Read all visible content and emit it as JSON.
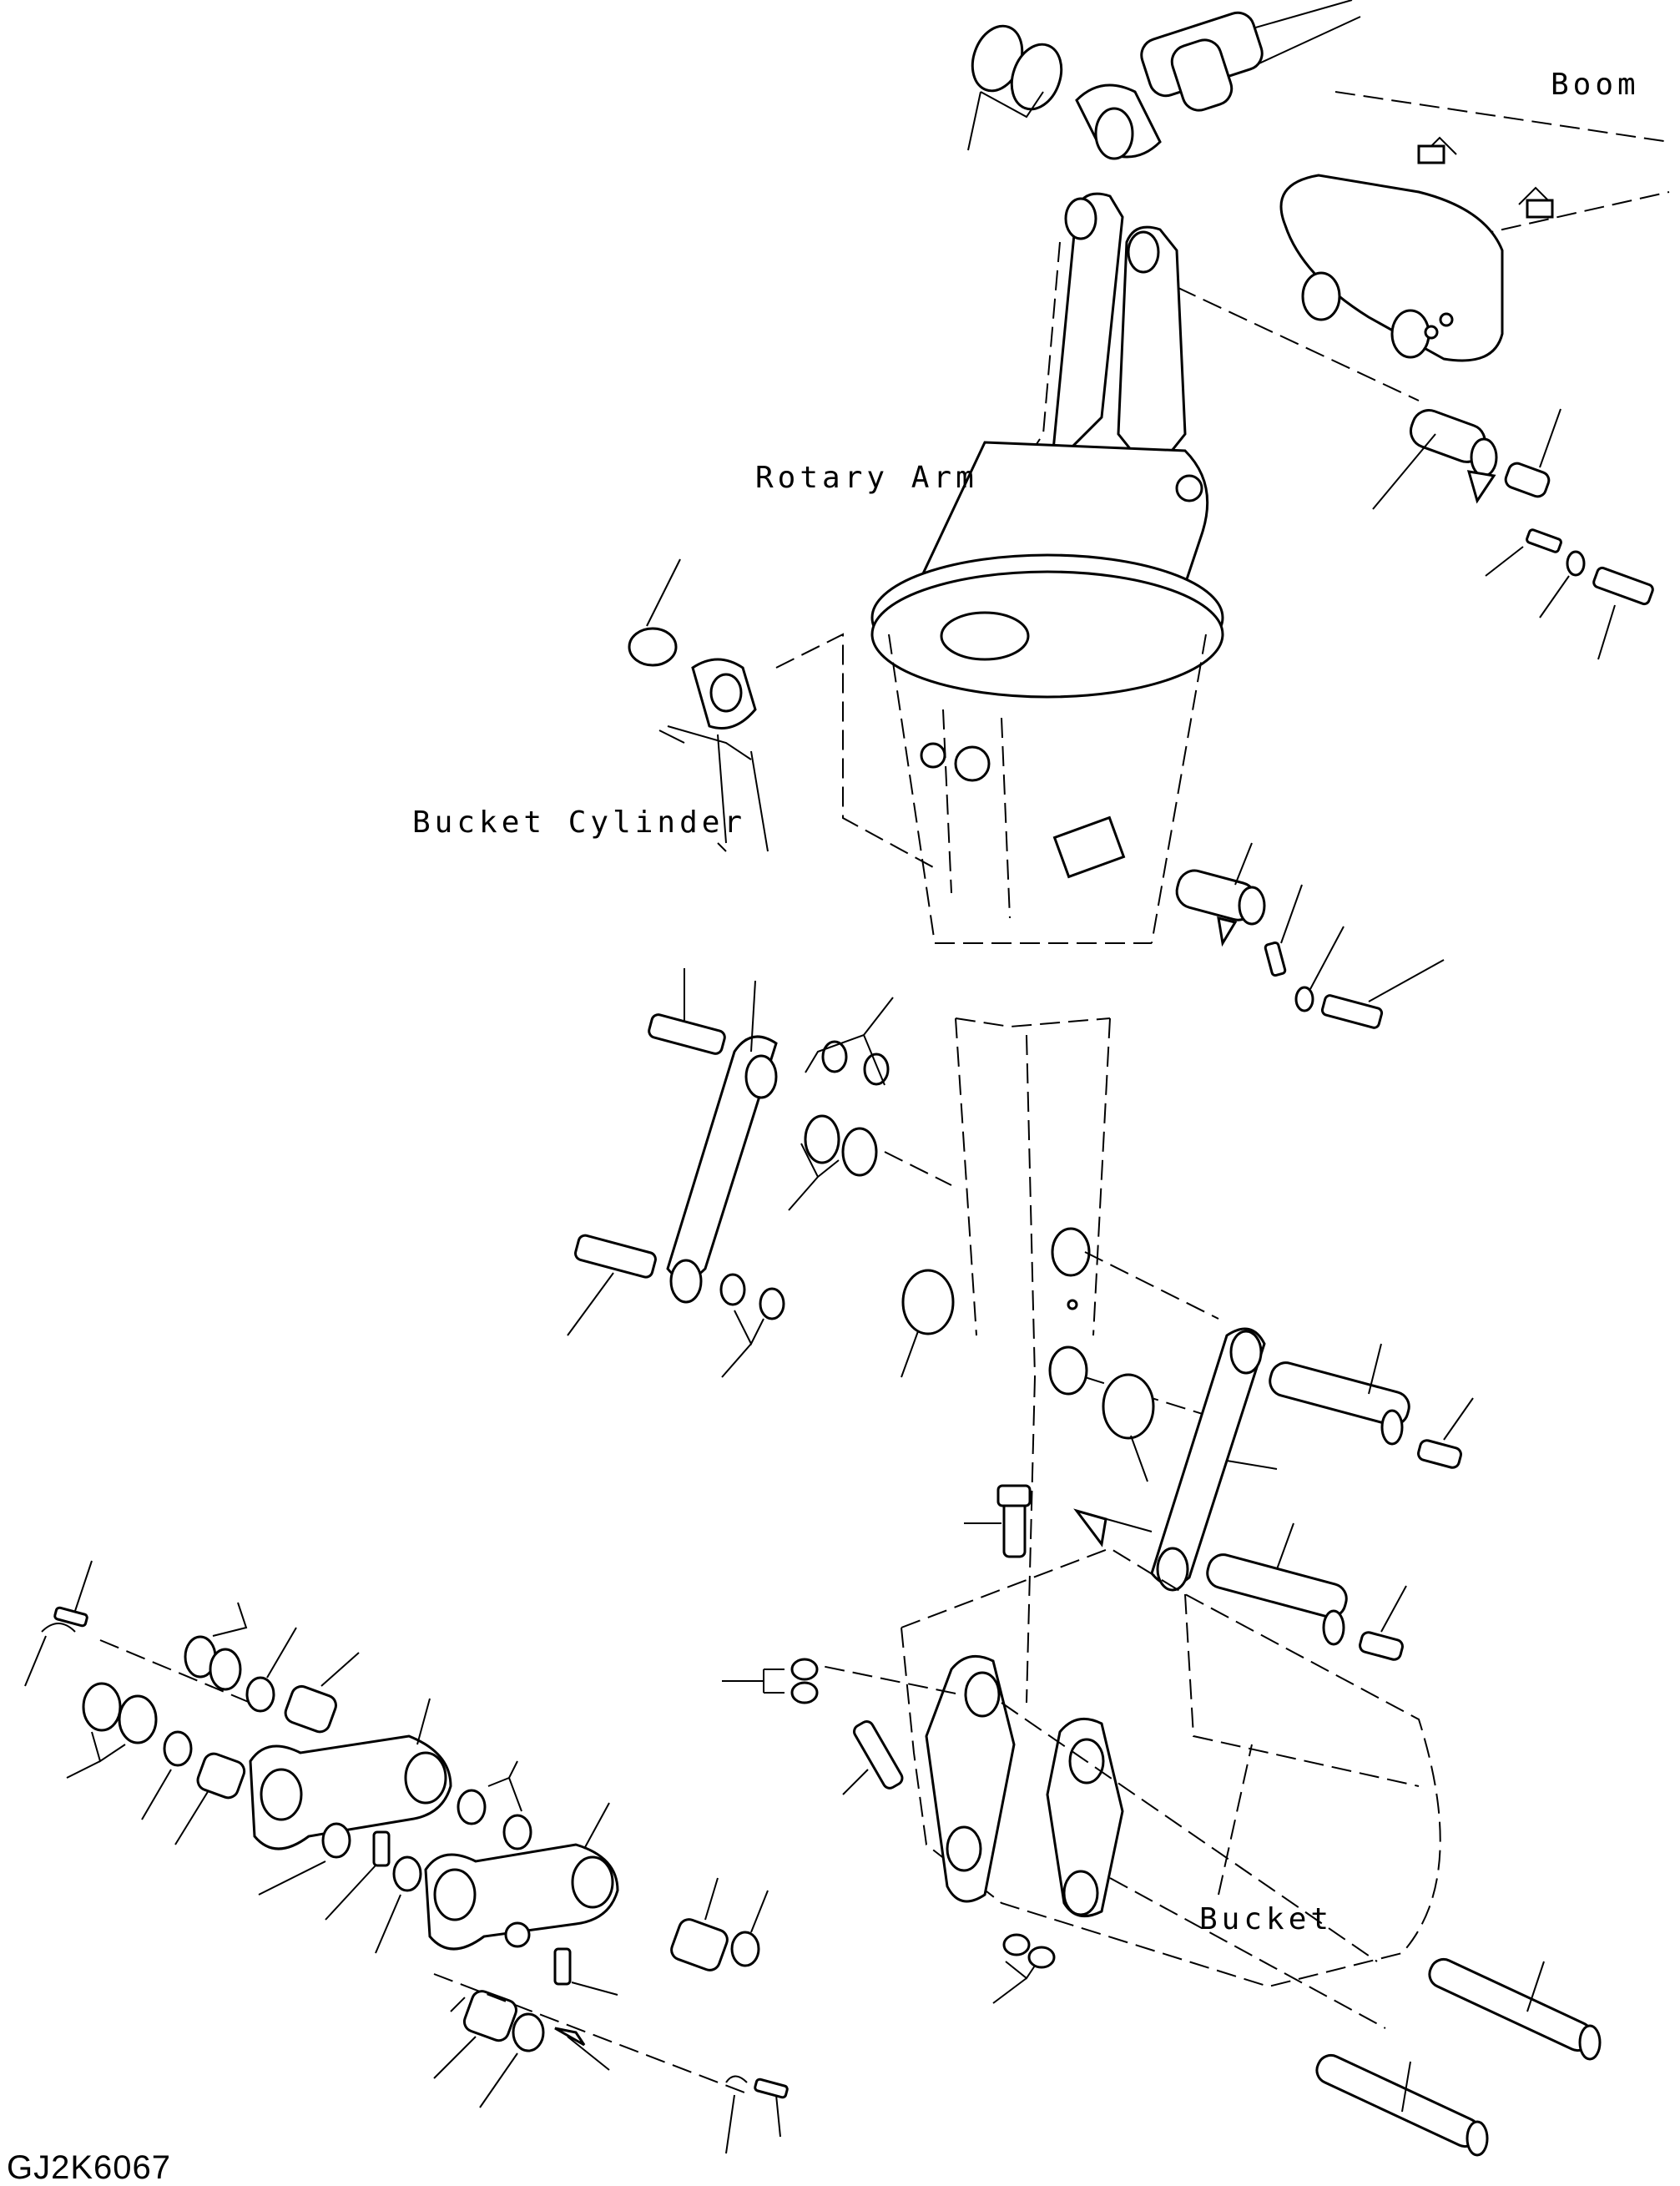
{
  "labels": {
    "boom": "Boom",
    "rotary_arm": "Rotary Arm",
    "bucket_cylinder": "Bucket Cylinder",
    "bucket": "Bucket"
  },
  "drawing_code": "GJ2K6067"
}
